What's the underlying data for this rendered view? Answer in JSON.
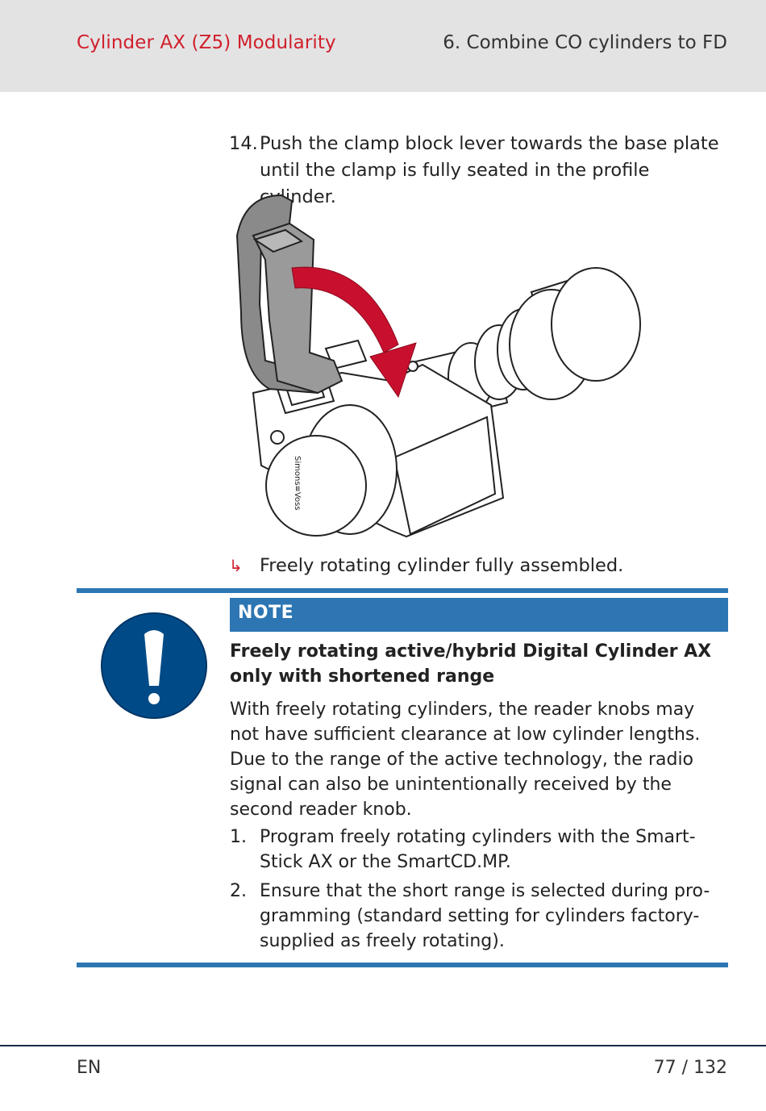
{
  "header": {
    "title": "Cylinder AX (Z5) Modularity",
    "section": "6. Combine CO cylinders to FD"
  },
  "step": {
    "number": "14.",
    "text": "Push the clamp block lever towards the base plate until the clamp is fully seated in the profile cylinder."
  },
  "figure": {
    "brand_label": "Simons≡Voss"
  },
  "result": {
    "arrow_icon": "result-arrow-icon",
    "text": "Freely rotating cylinder fully assembled."
  },
  "note": {
    "label": "NOTE",
    "icon": "exclamation-icon",
    "title": "Freely rotating active/hybrid Digital Cylinder AX only with shortened range",
    "body": "With freely rotating cylinders, the reader knobs may not have sufficient clearance at low cylinder lengths. Due to the range of the active technology, the radio signal can also be unintentionally received by the second reader knob.",
    "items": [
      {
        "num": "1.",
        "text": "Program freely rotating cylinders with the Smart-Stick AX or the SmartCD.MP."
      },
      {
        "num": "2.",
        "text": "Ensure that the short range is selected during pro-gramming (standard setting for cylinders factory-supplied as freely rotating)."
      }
    ]
  },
  "footer": {
    "language": "EN",
    "page": "77 / 132"
  },
  "colors": {
    "accent_red": "#d0202c",
    "note_blue": "#2d76b3",
    "icon_blue": "#004b87",
    "header_bg": "#e3e3e4"
  }
}
